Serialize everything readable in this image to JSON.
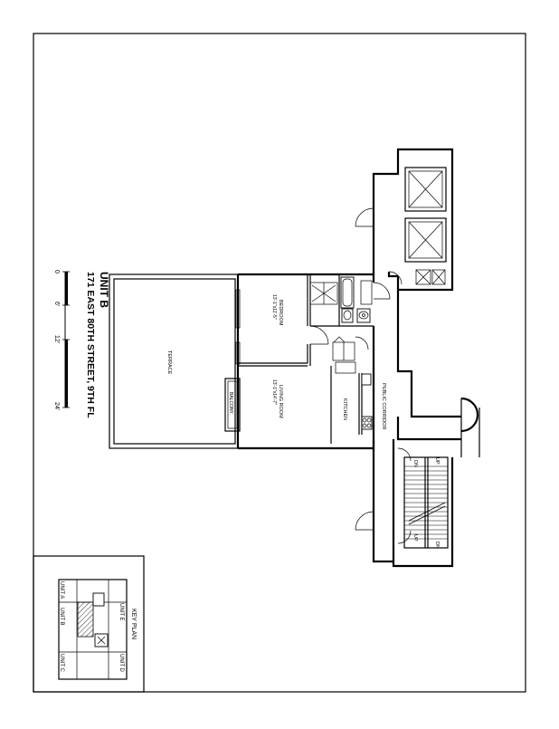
{
  "title": {
    "unit": "UNIT B",
    "address": "171 EAST 80TH STREET, 9TH FL"
  },
  "scale_bar": {
    "ticks": [
      "0",
      "6'",
      "12'",
      "24'"
    ]
  },
  "rooms": {
    "terrace": "TERRACE",
    "balcony": "BALCONY",
    "bedroom": "BEDROOM",
    "bedroom_dim": "13'-1\"x11'-5\"",
    "living_room": "LIVING ROOM",
    "living_dim": "13'-1\"x14'-7\"",
    "kitchen": "KITCHEN",
    "public_corridor": "PUBLIC CORRIDOR"
  },
  "stairs": {
    "up_1": "UP",
    "dn_1": "DN",
    "up_2": "UP",
    "dn_2": "DN"
  },
  "key_plan": {
    "title": "KEY PLAN",
    "unit_a": "UNIT A",
    "unit_b": "UNIT B",
    "unit_c": "UNIT C",
    "unit_d": "UNIT D",
    "unit_e": "UNIT E"
  }
}
